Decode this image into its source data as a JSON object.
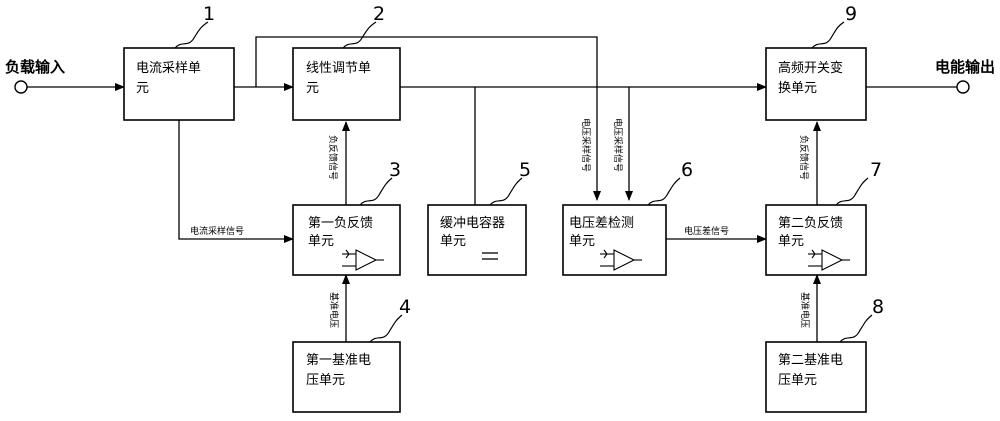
{
  "io": {
    "input_label": "负载输入",
    "output_label": "电能输出"
  },
  "blocks": {
    "current_sampling": {
      "number": "1",
      "line1": "电流采样单",
      "line2": "元"
    },
    "linear_regulation": {
      "number": "2",
      "line1": "线性调节单",
      "line2": "元"
    },
    "first_feedback": {
      "number": "3",
      "line1": "第一负反馈",
      "line2": "单元"
    },
    "first_reference": {
      "number": "4",
      "line1": "第一基准电",
      "line2": "压单元"
    },
    "buffer_capacitor": {
      "number": "5",
      "line1": "缓冲电容器",
      "line2": "单元"
    },
    "voltage_diff_detect": {
      "number": "6",
      "line1": "电压差检测",
      "line2": "单元"
    },
    "second_feedback": {
      "number": "7",
      "line1": "第二负反馈",
      "line2": "单元"
    },
    "second_reference": {
      "number": "8",
      "line1": "第二基准电",
      "line2": "压单元"
    },
    "hf_switch_convert": {
      "number": "9",
      "line1": "高频开关变",
      "line2": "换单元"
    }
  },
  "signals": {
    "current_sample": "电流采样信号",
    "neg_feedback_1": "负反馈信号",
    "neg_feedback_2": "负反馈信号",
    "ref_voltage_1": "基准电压",
    "ref_voltage_2": "基准电压",
    "voltage_sample_1": "电压采样信号",
    "voltage_sample_2": "电压采样信号",
    "voltage_diff": "电压差信号"
  }
}
